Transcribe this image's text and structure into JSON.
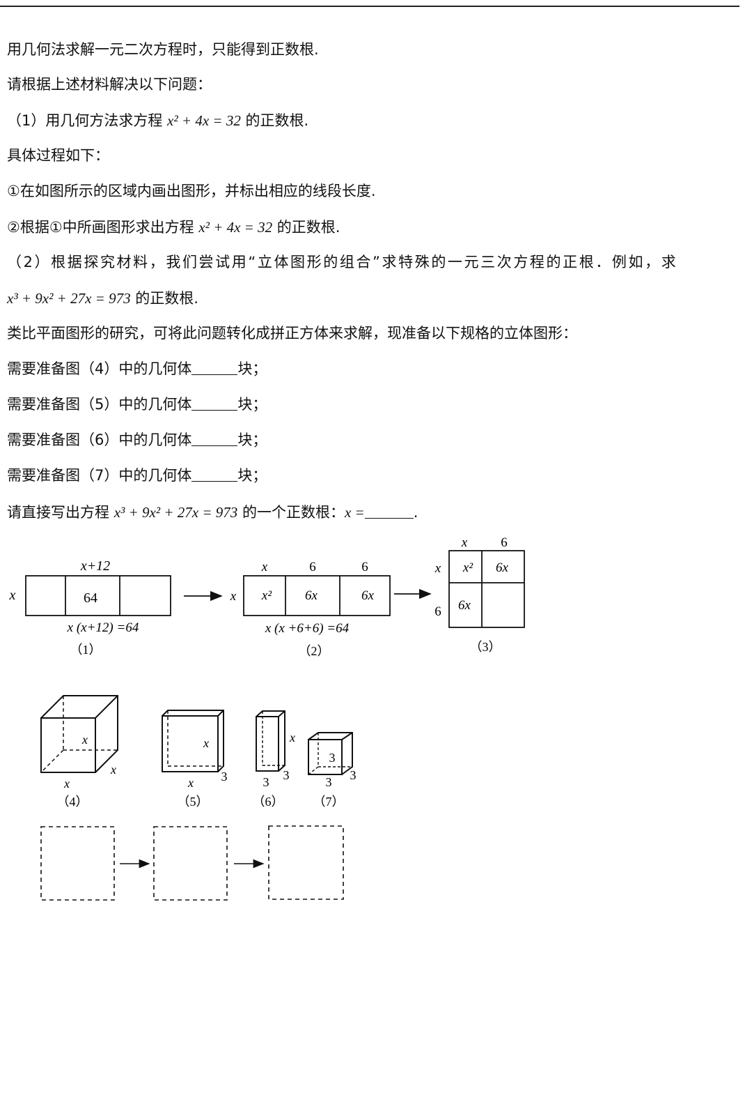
{
  "text": {
    "l1": "用几何法求解一元二次方程时，只能得到正数根.",
    "l2": "请根据上述材料解决以下问题：",
    "l3_pre": "（1）用几何方法求方程 ",
    "l3_eq": "x² + 4x = 32",
    "l3_post": " 的正数根.",
    "l4": "具体过程如下：",
    "l5": "①在如图所示的区域内画出图形，并标出相应的线段长度.",
    "l6_pre": "②根据①中所画图形求出方程 ",
    "l6_eq": "x² + 4x = 32",
    "l6_post": " 的正数根.",
    "l7": "（2）根据探究材料，我们尝试用“立体图形的组合”求特殊的一元三次方程的正根．例如，求",
    "l8_eq": "x³ + 9x² + 27x = 973",
    "l8_post": " 的正数根.",
    "l9": "类比平面图形的研究，可将此问题转化成拼正方体来求解，现准备以下规格的立体图形：",
    "q4_pre": "需要准备图（4）中的几何体",
    "q5_pre": "需要准备图（5）中的几何体",
    "q6_pre": "需要准备图（6）中的几何体",
    "q7_pre": "需要准备图（7）中的几何体",
    "q_post": "块；",
    "l14_pre": "请直接写出方程 ",
    "l14_eq": "x³ + 9x² + 27x = 973",
    "l14_mid": " 的一个正数根：",
    "l14_x": "x =",
    "l14_end": "."
  },
  "figures": {
    "fig1": {
      "top": "x+12",
      "left": "x",
      "center": "64",
      "caption_eq": "x (x+12) =64",
      "label": "（1）"
    },
    "fig2": {
      "top1": "x",
      "top2": "6",
      "top3": "6",
      "left": "x",
      "cell1": "x²",
      "cell2": "6x",
      "cell3": "6x",
      "caption_eq": "x (x +6+6) =64",
      "label": "（2）"
    },
    "fig3": {
      "top1": "x",
      "top2": "6",
      "left1": "x",
      "left2": "6",
      "cell_tl": "x²",
      "cell_tr": "6x",
      "cell_bl": "6x",
      "label": "（3）"
    },
    "fig4": {
      "a": "x",
      "b": "x",
      "c": "x",
      "label": "（4）"
    },
    "fig5": {
      "a": "x",
      "b": "x",
      "c": "3",
      "label": "（5）"
    },
    "fig6": {
      "a": "x",
      "b": "3",
      "c": "3",
      "label": "（6）"
    },
    "fig7": {
      "a": "3",
      "b": "3",
      "c": "3",
      "label": "（7）"
    }
  }
}
